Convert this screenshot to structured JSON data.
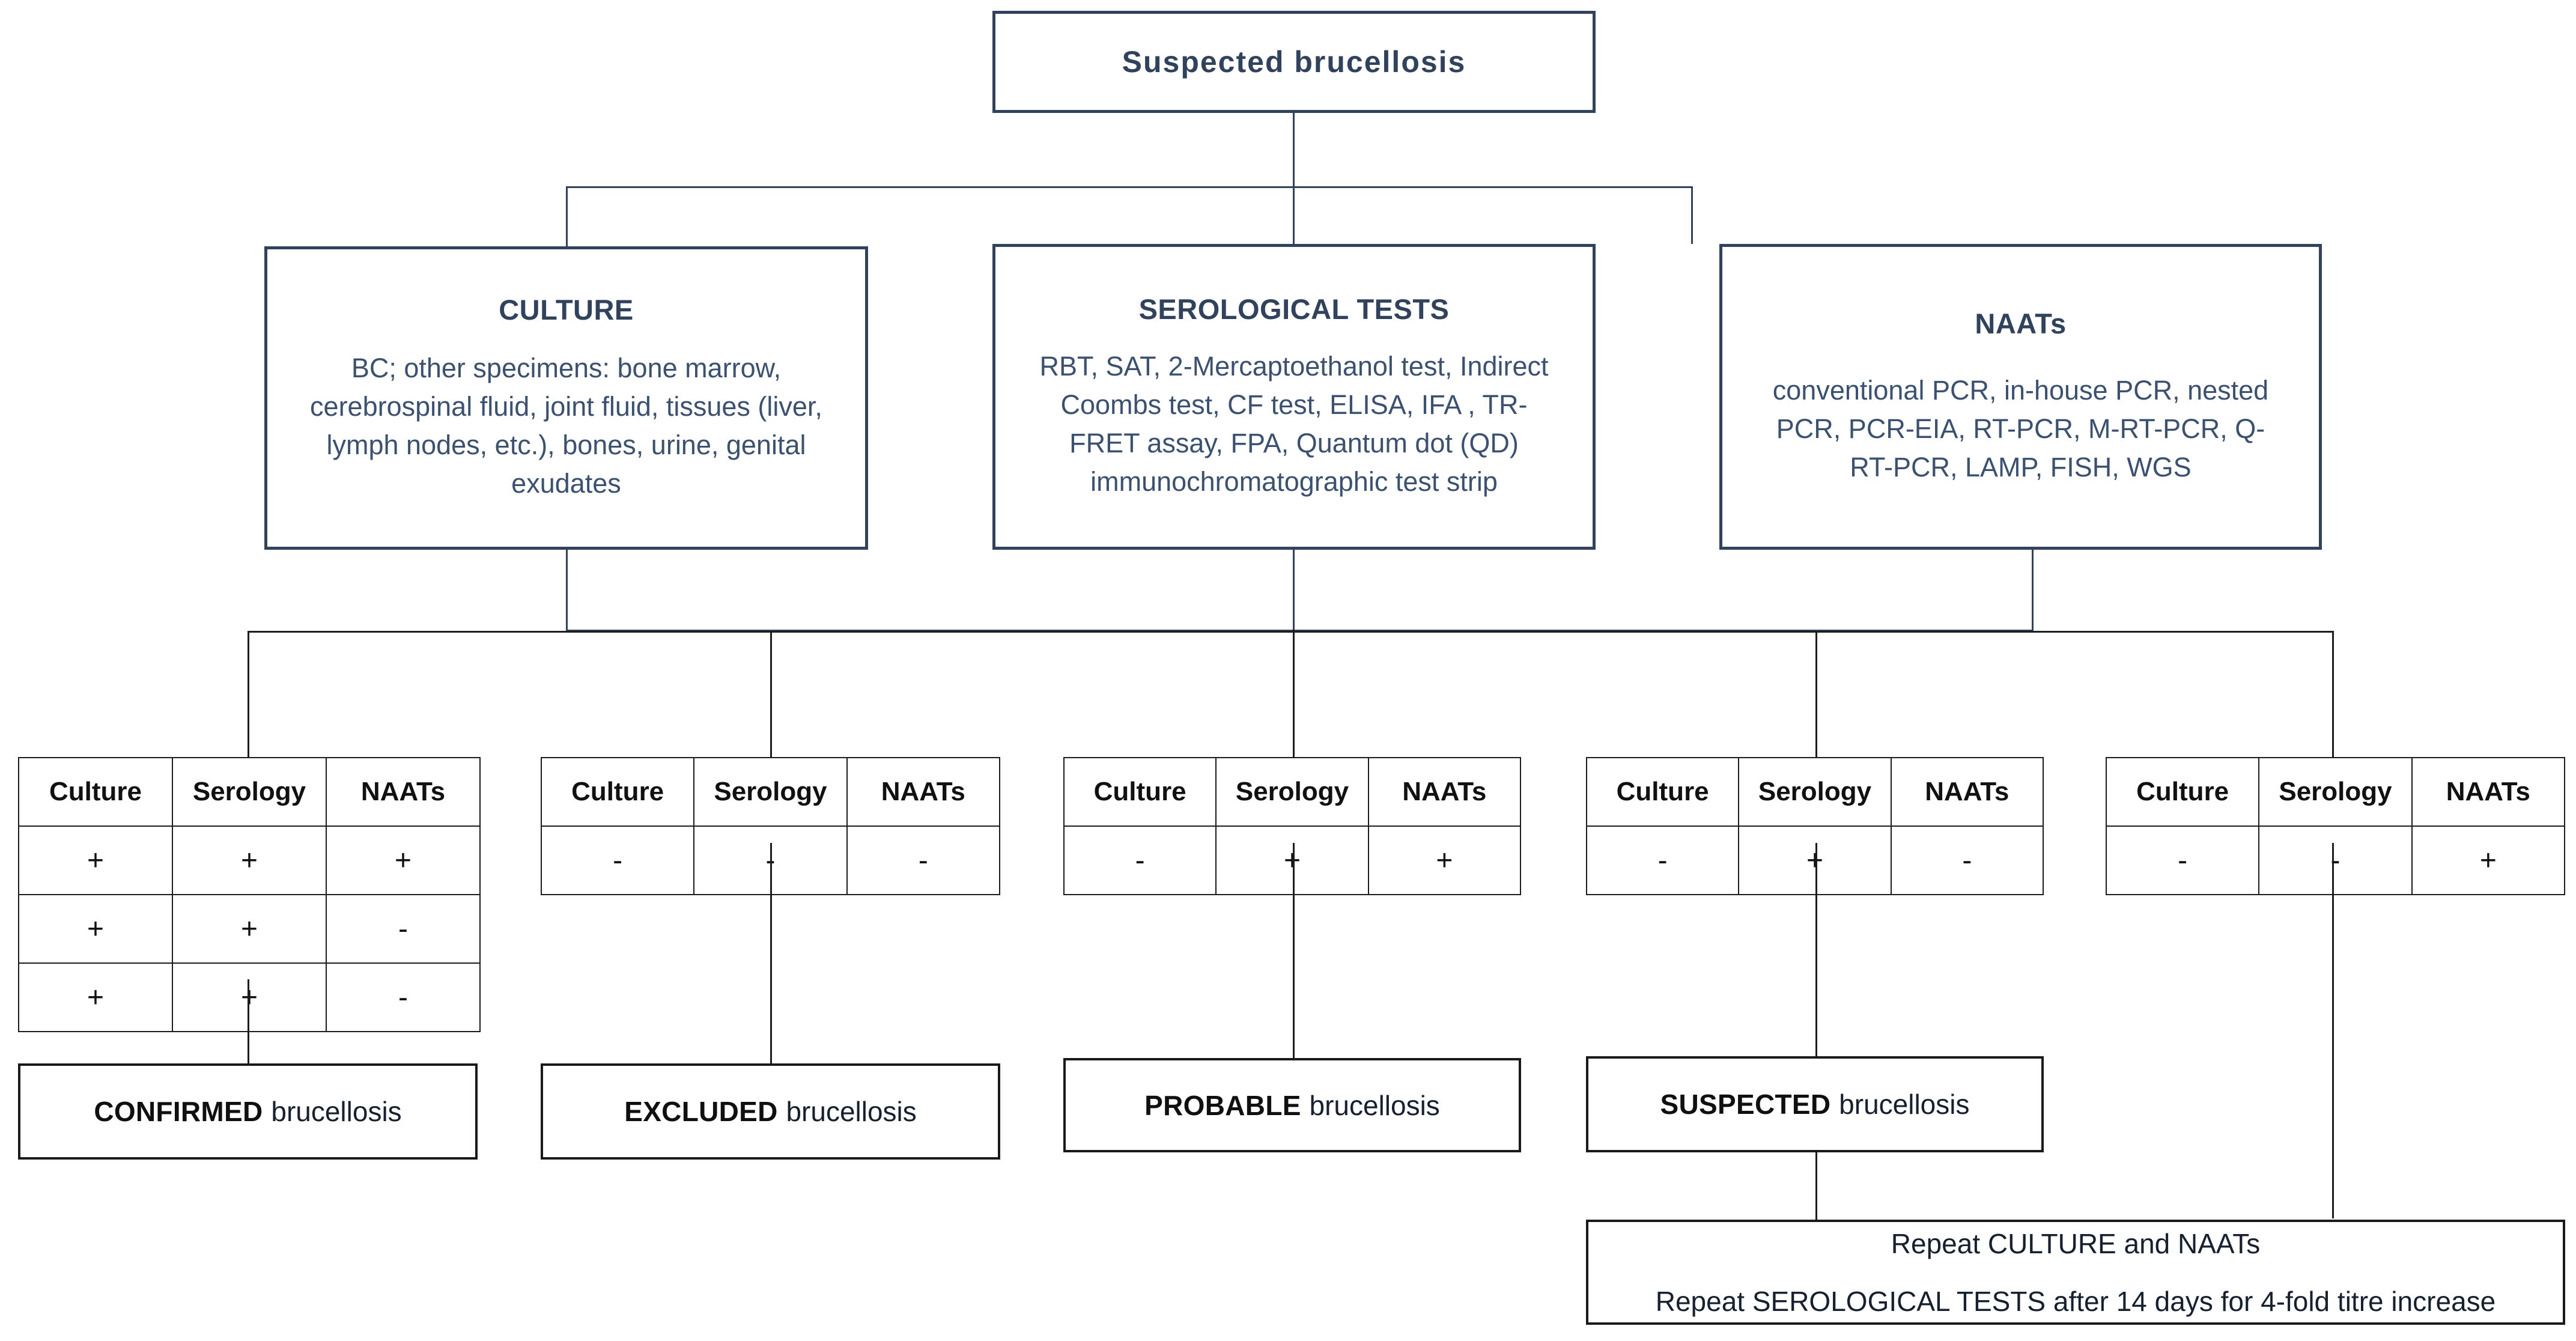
{
  "root": {
    "title": "Suspected  brucellosis"
  },
  "modalities": [
    {
      "id": "culture",
      "title": "CULTURE",
      "body": "BC; other specimens: bone marrow, cerebrospinal fluid, joint fluid, tissues (liver, lymph nodes, etc.), bones, urine, genital exudates"
    },
    {
      "id": "serology",
      "title": "SEROLOGICAL TESTS",
      "body": "RBT, SAT, 2-Mercaptoethanol test, Indirect Coombs test, CF test, ELISA, IFA , TR-FRET assay, FPA, Quantum dot (QD) immunochromatographic test strip"
    },
    {
      "id": "naats",
      "title": "NAATs",
      "body": "conventional PCR, in-house PCR, nested PCR, PCR-EIA, RT-PCR, M-RT-PCR, Q-RT-PCR, LAMP, FISH, WGS"
    }
  ],
  "table_headers": [
    "Culture",
    "Serology",
    "NAATs"
  ],
  "result_tables": [
    {
      "id": "table-confirmed",
      "rows": [
        [
          "+",
          "+",
          "+"
        ],
        [
          "+",
          "+",
          "-"
        ],
        [
          "+",
          "+",
          "-"
        ]
      ]
    },
    {
      "id": "table-excluded",
      "rows": [
        [
          "-",
          "-",
          "-"
        ]
      ]
    },
    {
      "id": "table-probable",
      "rows": [
        [
          "-",
          "+",
          "+"
        ]
      ]
    },
    {
      "id": "table-suspected",
      "rows": [
        [
          "-",
          "+",
          "-"
        ]
      ]
    },
    {
      "id": "table-naat-only",
      "rows": [
        [
          "-",
          "-",
          "+"
        ]
      ]
    }
  ],
  "conclusions": [
    {
      "id": "confirmed",
      "emphasis": "CONFIRMED",
      "text": "brucellosis"
    },
    {
      "id": "excluded",
      "emphasis": "EXCLUDED",
      "text": "brucellosis"
    },
    {
      "id": "probable",
      "emphasis": "PROBABLE",
      "text": "brucellosis"
    },
    {
      "id": "suspected",
      "emphasis": "SUSPECTED",
      "text": "brucellosis"
    }
  ],
  "repeat_box": {
    "line1": "Repeat CULTURE and NAATs",
    "line2": "Repeat SEROLOGICAL TESTS after 14 days for 4-fold titre increase"
  },
  "colors": {
    "navy_border": "#31425c",
    "navy_text": "#3c5070",
    "black_border": "#1a1a1a",
    "body_text": "#16202e"
  }
}
